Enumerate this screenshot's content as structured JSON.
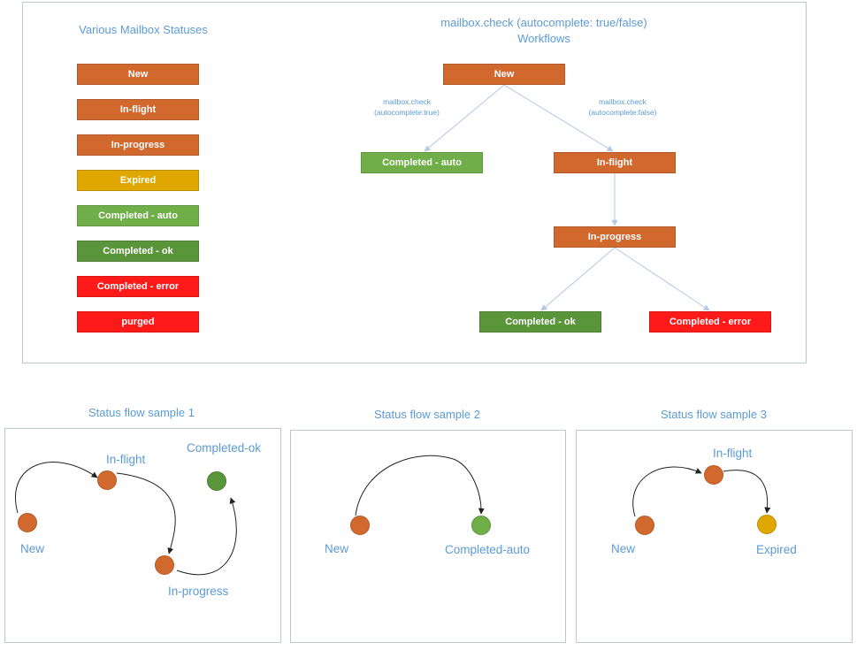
{
  "colors": {
    "orange": "#d1692f",
    "amber": "#dfa700",
    "light_green": "#6fae48",
    "dark_green": "#5a943b",
    "red": "#ff1a1a",
    "blue": "#5b9bd5",
    "connector": "#b4c7e7"
  },
  "statuses_panel": {
    "title": "Various Mailbox Statuses",
    "items": [
      {
        "label": "New",
        "color": "orange"
      },
      {
        "label": "In-flight",
        "color": "orange"
      },
      {
        "label": "In-progress",
        "color": "orange"
      },
      {
        "label": "Expired",
        "color": "amber"
      },
      {
        "label": "Completed - auto",
        "color": "light_green"
      },
      {
        "label": "Completed - ok",
        "color": "dark_green"
      },
      {
        "label": "Completed - error",
        "color": "red"
      },
      {
        "label": "purged",
        "color": "red"
      }
    ]
  },
  "workflow": {
    "title_line1": "mailbox.check (autocomplete: true/false)",
    "title_line2": "Workflows",
    "nodes": {
      "new": "New",
      "completed_auto": "Completed - auto",
      "in_flight": "In-flight",
      "in_progress": "In-progress",
      "completed_ok": "Completed - ok",
      "completed_error": "Completed - error"
    },
    "edge_true": {
      "line1": "mailbox.check",
      "line2": "(autocomplete:true)"
    },
    "edge_false": {
      "line1": "mailbox.check",
      "line2": "(autocomplete:false)"
    }
  },
  "samples": [
    {
      "title": "Status flow sample 1",
      "nodes": [
        "New",
        "In-flight",
        "In-progress",
        "Completed-ok"
      ]
    },
    {
      "title": "Status flow sample 2",
      "nodes": [
        "New",
        "Completed-auto"
      ]
    },
    {
      "title": "Status flow sample 3",
      "nodes": [
        "New",
        "In-flight",
        "Expired"
      ]
    }
  ]
}
